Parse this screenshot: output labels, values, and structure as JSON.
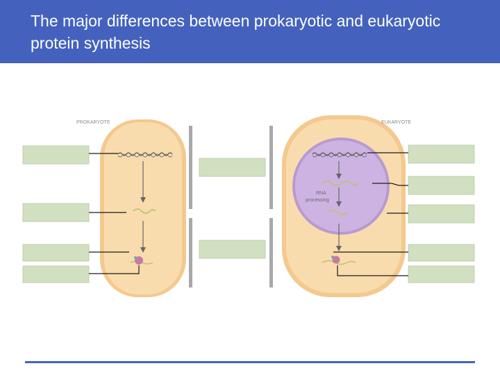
{
  "slide": {
    "title": "The major differences between prokaryotic and eukaryotic protein synthesis"
  },
  "diagram": {
    "prokaryote_label": "PROKARYOTE",
    "eukaryote_label": "EUKARYOTE",
    "rna_processing_label_line1": "RNA",
    "rna_processing_label_line2": "processing",
    "colors": {
      "header": "#4462bd",
      "cell_fill": "#f7d7a5",
      "cell_inner": "#fde8c8",
      "nucleus": "#c6a9db",
      "label_box": "#d1e0c1",
      "label_box_border": "#b5c7a4",
      "leader_line": "#1a1a1a",
      "divider": "#a8a8a8"
    }
  }
}
